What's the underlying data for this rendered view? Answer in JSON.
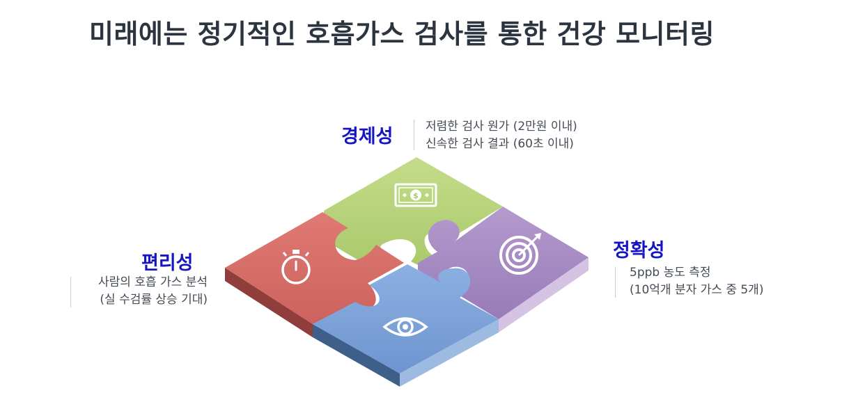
{
  "title": "미래에는 정기적인 호흡가스 검사를 통한 건강 모니터링",
  "economy": {
    "label": "경제성",
    "lines": [
      "저렴한 검사 원가 (2만원 이내)",
      "신속한 검사 결과 (60초 이내)"
    ],
    "icon": "money-icon"
  },
  "accuracy": {
    "label": "정확성",
    "lines": [
      "5ppb 농도 측정",
      "(10억개 분자 가스 중 5개)"
    ],
    "icon": "target-icon"
  },
  "convenience": {
    "label": "편리성",
    "lines": [
      "사람의 호흡 가스 분석",
      "(실 수검률 상승 기대)"
    ],
    "icon": "stopwatch-icon"
  },
  "monitoring": {
    "icon": "eye-icon"
  },
  "colors": {
    "title": "#2c3440",
    "label": "#1515c4",
    "green": "#b8d47c",
    "purple": "#a78bc4",
    "red": "#d8716c",
    "blue": "#7ea3d8"
  }
}
